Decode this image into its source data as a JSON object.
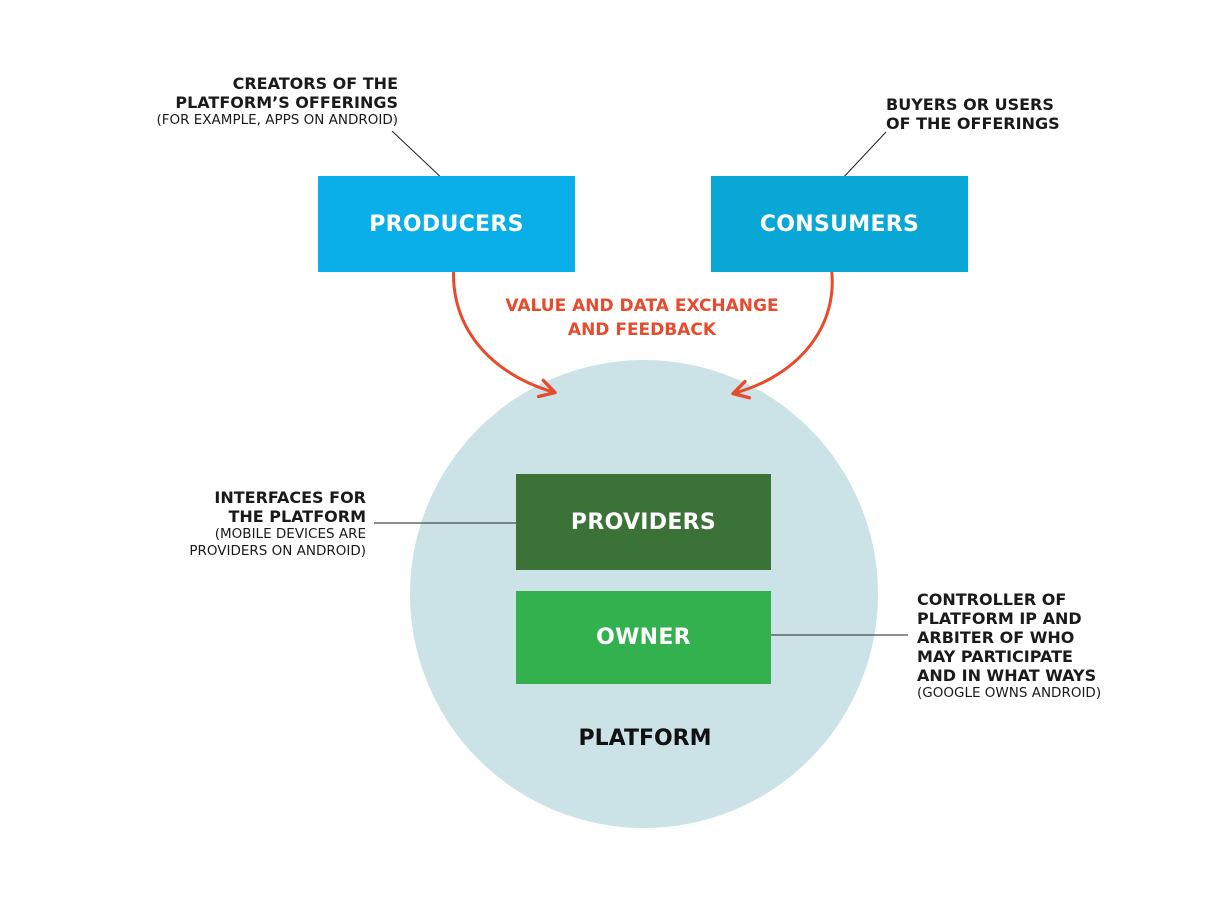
{
  "producers": {
    "label": "PRODUCERS",
    "note_lines": [
      "CREATORS OF THE",
      "PLATFORM’S OFFERINGS"
    ],
    "note_sub": "(FOR EXAMPLE, APPS ON ANDROID)"
  },
  "consumers": {
    "label": "CONSUMERS",
    "note_lines": [
      "BUYERS OR USERS",
      "OF THE OFFERINGS"
    ]
  },
  "exchange": {
    "lines": [
      "VALUE AND DATA EXCHANGE",
      "AND FEEDBACK"
    ]
  },
  "providers": {
    "label": "PROVIDERS",
    "note_lines": [
      "INTERFACES FOR",
      "THE PLATFORM"
    ],
    "note_sub_lines": [
      "(MOBILE DEVICES ARE",
      "PROVIDERS ON ANDROID)"
    ]
  },
  "owner": {
    "label": "OWNER",
    "note_lines": [
      "CONTROLLER OF",
      "PLATFORM IP AND",
      "ARBITER OF WHO",
      "MAY PARTICIPATE",
      "AND IN WHAT WAYS"
    ],
    "note_sub": "(GOOGLE OWNS ANDROID)"
  },
  "platform": {
    "label": "PLATFORM"
  },
  "colors": {
    "producers": "#0aaee8",
    "consumers": "#08a7d6",
    "providers": "#3b7238",
    "owner": "#33b14e",
    "platform": "#cbe3e6",
    "exchange_arrow": "#e84a2c"
  }
}
